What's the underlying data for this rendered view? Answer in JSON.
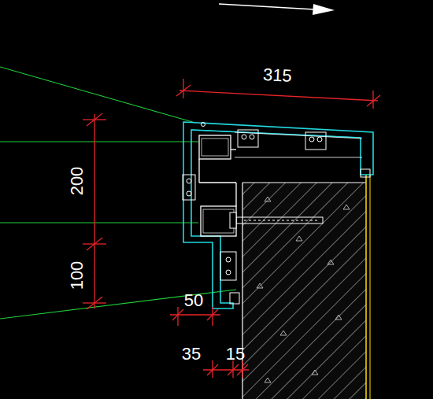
{
  "diagram": {
    "labels": [
      "315",
      "200",
      "100",
      "50",
      "35",
      "15"
    ]
  }
}
